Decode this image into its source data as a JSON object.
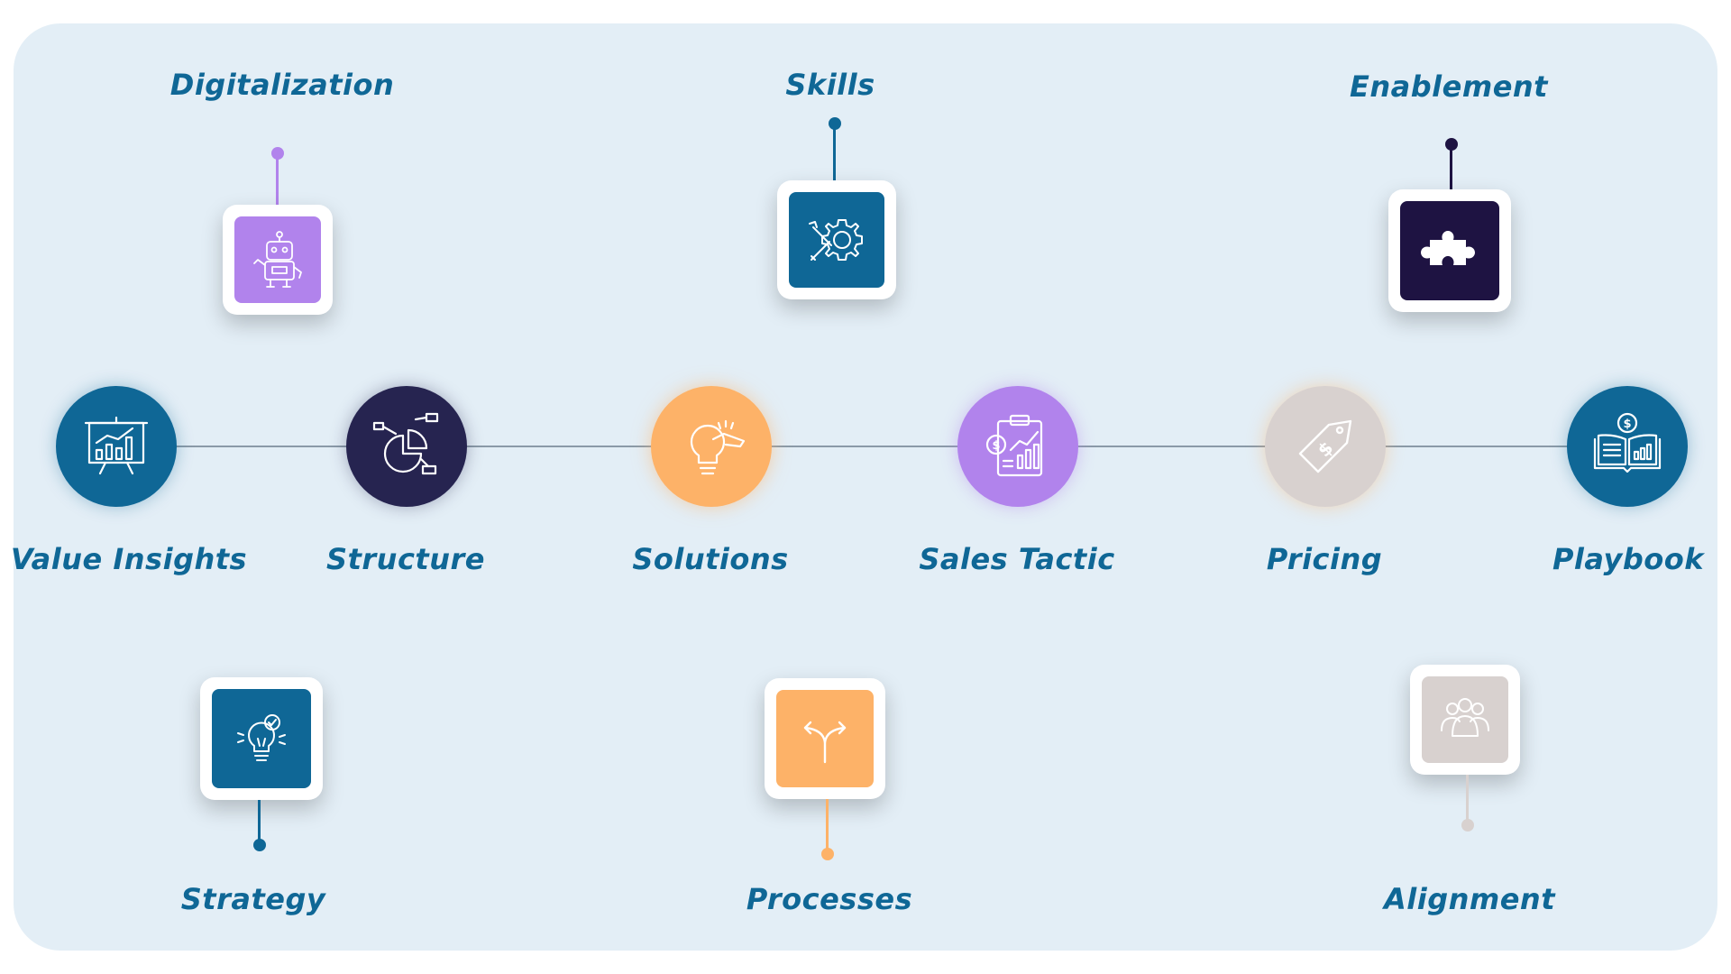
{
  "colors": {
    "panel": "#e3eef6",
    "connector": "#8a9aa8",
    "label": "#0f6796",
    "blue": "#0f6796",
    "navy": "#262450",
    "orange": "#fdb268",
    "purple": "#b183ec",
    "gray": "#d8d1cf",
    "dark_navy": "#1e1342"
  },
  "timeline": [
    {
      "label": "Value Insights",
      "color": "#0f6796",
      "icon": "presentation-chart-icon"
    },
    {
      "label": "Structure",
      "color": "#262450",
      "icon": "pie-chart-structure-icon"
    },
    {
      "label": "Solutions",
      "color": "#fdb268",
      "icon": "lightbulb-hand-icon"
    },
    {
      "label": "Sales Tactic",
      "color": "#b183ec",
      "icon": "clipboard-sales-chart-icon"
    },
    {
      "label": "Pricing",
      "color": "#d8d1cf",
      "icon": "price-tag-icon"
    },
    {
      "label": "Playbook",
      "color": "#0f6796",
      "icon": "open-book-dollar-icon"
    }
  ],
  "top_cards": [
    {
      "label": "Digitalization",
      "color": "#b183ec",
      "icon": "robot-icon"
    },
    {
      "label": "Skills",
      "color": "#0f6796",
      "icon": "gear-tools-icon"
    },
    {
      "label": "Enablement",
      "color": "#1e1342",
      "icon": "puzzle-piece-icon"
    }
  ],
  "bottom_cards": [
    {
      "label": "Strategy",
      "color": "#0f6796",
      "icon": "lightbulb-check-icon"
    },
    {
      "label": "Processes",
      "color": "#fdb268",
      "icon": "split-arrows-icon"
    },
    {
      "label": "Alignment",
      "color": "#d8d1cf",
      "icon": "team-group-icon"
    }
  ]
}
